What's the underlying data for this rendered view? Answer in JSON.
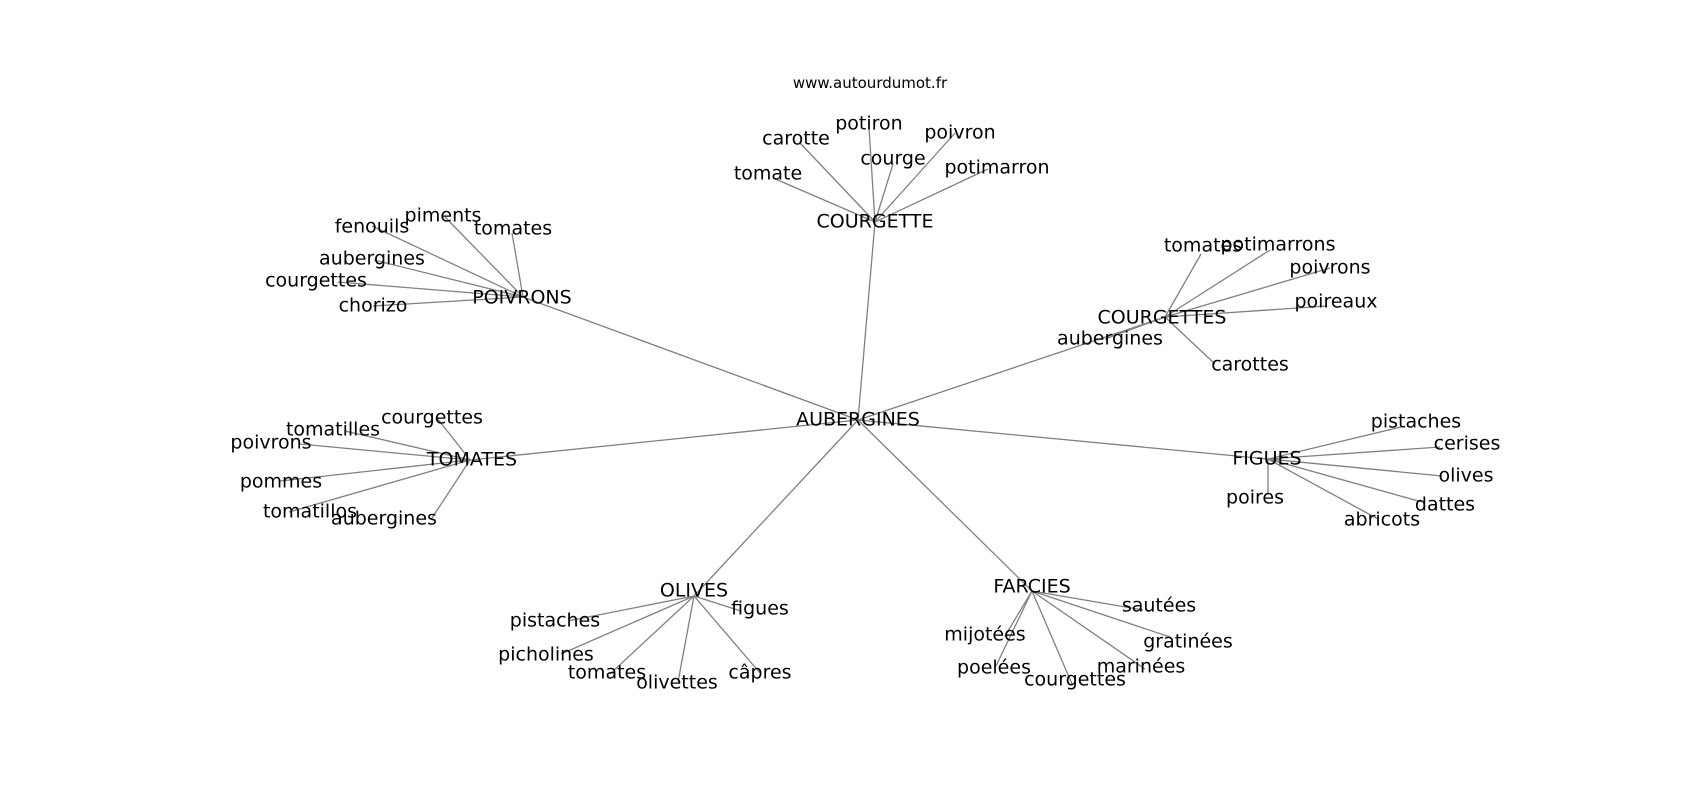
{
  "site": "www.autourdumot.fr",
  "root": "AUBERGINES",
  "branches": [
    {
      "id": "courgette",
      "label": "COURGETTE",
      "children": [
        "tomate",
        "carotte",
        "potiron",
        "courge",
        "poivron",
        "potimarron"
      ]
    },
    {
      "id": "poivrons",
      "label": "POIVRONS",
      "children": [
        "fenouils",
        "piments",
        "tomates",
        "aubergines",
        "courgettes",
        "chorizo"
      ]
    },
    {
      "id": "courgettes",
      "label": "COURGETTES",
      "children": [
        "tomates",
        "potimarrons",
        "poivrons",
        "poireaux",
        "aubergines",
        "carottes"
      ]
    },
    {
      "id": "tomates",
      "label": "TOMATES",
      "children": [
        "courgettes",
        "tomatilles",
        "poivrons",
        "pommes",
        "tomatillos",
        "aubergines"
      ]
    },
    {
      "id": "figues",
      "label": "FIGUES",
      "children": [
        "pistaches",
        "cerises",
        "olives",
        "dattes",
        "abricots",
        "poires"
      ]
    },
    {
      "id": "olives",
      "label": "OLIVES",
      "children": [
        "figues",
        "pistaches",
        "picholines",
        "tomates",
        "olivettes",
        "câpres"
      ]
    },
    {
      "id": "farcies",
      "label": "FARCIES",
      "children": [
        "sautées",
        "gratinées",
        "marinées",
        "courgettes",
        "poelées",
        "mijotées"
      ]
    }
  ]
}
